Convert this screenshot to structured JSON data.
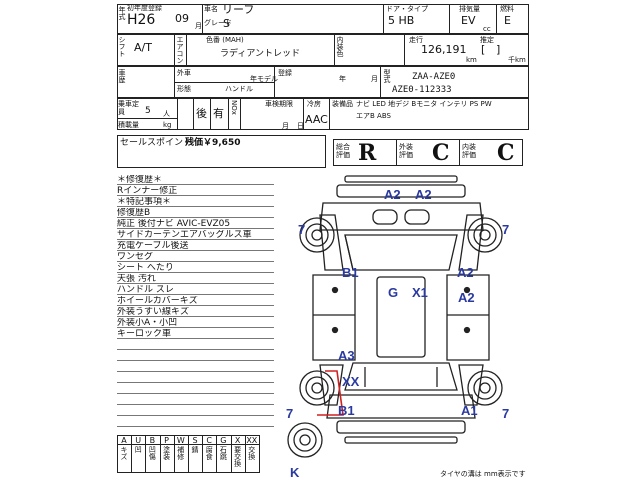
{
  "header": {
    "first_reg_label": "初年度登録",
    "year_label": "年式",
    "year": "H26",
    "month": "09",
    "month_label": "月",
    "car_name_label": "車名",
    "car_name": "リーフ",
    "grade_label": "グレード",
    "grade": "S",
    "door_type_label": "ドア・タイプ",
    "door_type": "5 HB",
    "displacement_label": "排気量",
    "displacement": "EV",
    "cc_label": "cc",
    "fuel_label": "燃料",
    "fuel": "E"
  },
  "row2": {
    "shift_label": "シフト",
    "shift": "A/T",
    "aircon_label": "エアコン",
    "color_label": "色番 (MAH)",
    "color": "ラディアントレッド",
    "interior_color_label": "内装色",
    "mileage_label": "走行",
    "mileage": "126,191",
    "km_unit": "km",
    "estimate_label": "推定",
    "bracket_left": "[",
    "bracket_right": "]",
    "thousand_km": "千km"
  },
  "row3": {
    "change_label": "車歴",
    "outer_label": "外車",
    "year_model_label": "年モデル",
    "shape_label": "形態",
    "handle_label": "ハンドル",
    "reg_label": "登録",
    "reg_year": "年",
    "reg_month": "月",
    "model_code": "ZAA-AZE0",
    "chassis_no": "AZE0-112333"
  },
  "row4": {
    "capacity_label": "乗車定員",
    "capacity": "5",
    "persons": "人",
    "cargo_label": "積載量",
    "kg": "kg",
    "nox_label": "NOx",
    "rear_label": "後",
    "yes_label": "有",
    "inspection_label": "車検期限",
    "insp_month": "月",
    "insp_day": "日",
    "cooler_label": "冷房",
    "cooler": "AAC",
    "equipment_label": "装備品",
    "equipment_line1": "ナビ LED 地デジ Bモニタ インテリ PS PW",
    "equipment_line2": "エアB ABS"
  },
  "sales_point": {
    "label": "セールスポイント",
    "value": "残価￥9,650"
  },
  "scores": {
    "overall_label": "総合評価",
    "overall": "R",
    "exterior_label": "外装評価",
    "exterior": "C",
    "interior_label": "内装評価",
    "interior": "C"
  },
  "notes": [
    "＊修復歴＊",
    "Rインナー修正",
    "＊特記事項＊",
    "修復歴B",
    "純正 後付ナビ AVIC-EVZ05",
    "サイドカーテンエアバッグルス車",
    "充電ケーブル後送",
    "ワンセグ",
    "シート へたり",
    "天張 汚れ",
    "ハンドル スレ",
    "ホイールカバーキズ",
    "外装うすい線キズ",
    "外装小A・小凹",
    "キーロック車",
    "",
    "",
    "",
    "",
    "",
    "",
    "",
    ""
  ],
  "legend": {
    "codes": [
      "A",
      "U",
      "B",
      "P",
      "W",
      "S",
      "C",
      "G",
      "X",
      "XX"
    ],
    "meanings": [
      "キズ",
      "凹",
      "凹傷",
      "塗装",
      "補修",
      "錆",
      "腐食",
      "石跳",
      "要交換",
      "交換"
    ]
  },
  "diagram_marks": {
    "top_left": "A2",
    "top_right": "A2",
    "front_left_wheel": "7",
    "front_right_wheel": "7",
    "b1_upper": "B1",
    "a2_upper_right": "A2",
    "g_roof": "G",
    "x1_roof": "X1",
    "a2_right_door": "A2",
    "a3_left": "A3",
    "xx_left": "XX",
    "b1_lower": "B1",
    "a1_lower": "A1",
    "rear_left_wheel": "7",
    "rear_right_wheel": "7",
    "spare": "K"
  },
  "footer": {
    "tire_note": "タイヤの溝は mm表示です"
  }
}
